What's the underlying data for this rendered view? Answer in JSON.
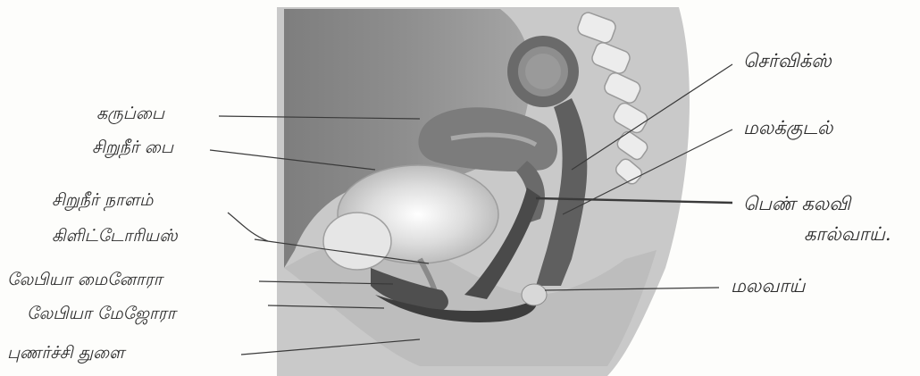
{
  "diagram": {
    "left_labels": [
      {
        "key": "uterus",
        "text": "கருப்பை"
      },
      {
        "key": "bladder",
        "text": "சிறுநீர் பை"
      },
      {
        "key": "urethra",
        "text": "சிறுநீர் நாளம்"
      },
      {
        "key": "clitoris",
        "text": "கிளிட்டோரியஸ்"
      },
      {
        "key": "labia_minora",
        "text": "லேபியா மைனோரா"
      },
      {
        "key": "labia_majora",
        "text": "லேபியா மேஜோரா"
      },
      {
        "key": "perineum",
        "text": "புணர்ச்சி துளை"
      }
    ],
    "right_labels": [
      {
        "key": "cervix",
        "text": "செர்விக்ஸ்"
      },
      {
        "key": "rectum",
        "text": "மலக்குடல்"
      },
      {
        "key": "vagina_line1",
        "text": "பெண் கலவி"
      },
      {
        "key": "vagina_line2",
        "text": "கால்வாய்."
      },
      {
        "key": "anus",
        "text": "மலவாய்"
      }
    ],
    "colors": {
      "tissue_light": "#d9d9d9",
      "tissue_mid": "#9c9c9c",
      "tissue_dark": "#5a5a5a",
      "bone": "#e9e9e9",
      "ink": "#2a2a2a"
    }
  }
}
